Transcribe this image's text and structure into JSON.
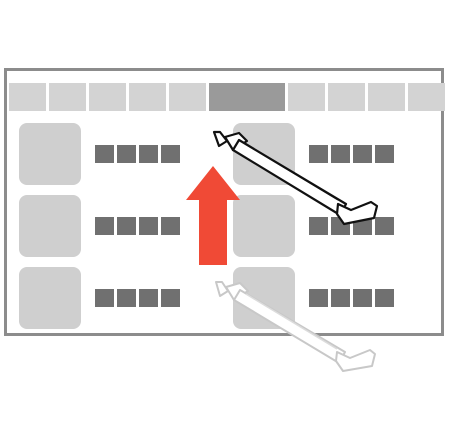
{
  "tab_bar": {
    "tabs": [
      {
        "selected": false,
        "wide": false
      },
      {
        "selected": false,
        "wide": false
      },
      {
        "selected": false,
        "wide": false
      },
      {
        "selected": false,
        "wide": false
      },
      {
        "selected": false,
        "wide": false
      },
      {
        "selected": true,
        "wide": true
      },
      {
        "selected": false,
        "wide": false
      },
      {
        "selected": false,
        "wide": false
      },
      {
        "selected": false,
        "wide": false
      },
      {
        "selected": false,
        "wide": false
      }
    ]
  },
  "grid": {
    "columns": 2,
    "rows": 3,
    "placeholder_blocks_per_item": 4
  },
  "gesture": {
    "type": "swipe-up",
    "arrow_icon": "arrow-up-icon",
    "arrow_color": "#f04a36",
    "stylus_icon": "stylus-icon",
    "stylus_ghost_icon": "stylus-start-position-icon"
  },
  "colors": {
    "frame": "#8c8c8c",
    "tab": "#d3d3d3",
    "tab_selected": "#9a9a9a",
    "tile": "#cfcfcf",
    "text_block": "#707070"
  }
}
